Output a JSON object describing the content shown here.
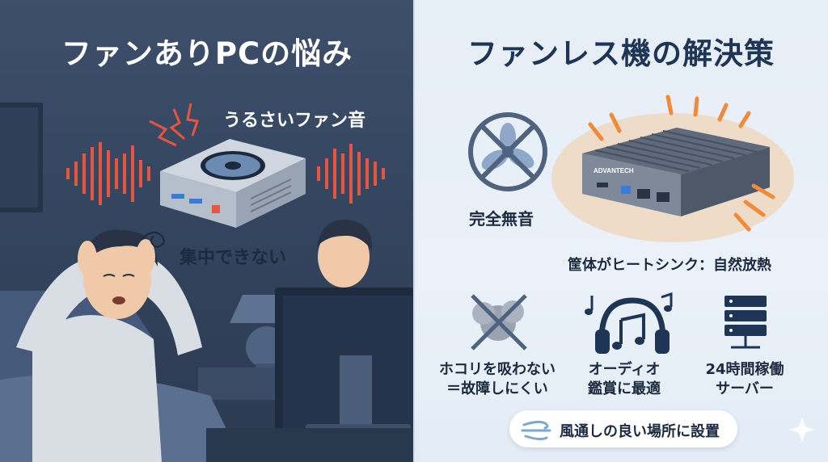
{
  "left_panel": {
    "title": "ファンありPCの悩み",
    "noise_label": "うるさいファン音",
    "focus_label": "集中できない"
  },
  "right_panel": {
    "title": "ファンレス機の解決策",
    "silent_label": "完全無音",
    "device_brand": "ADVANTECH",
    "heatsink_label": "筐体がヒートシンク：自然放熱",
    "dust_label_line1": "ホコリを吸わない",
    "dust_label_line2": "＝故障しにくい",
    "audio_label_line1": "オーディオ",
    "audio_label_line2": "鑑賞に最適",
    "server_label_line1": "24時間稼働",
    "server_label_line2": "サーバー",
    "vent_label": "風通しの良い場所に設置"
  },
  "icons": [
    "lightning-icon",
    "sound-wave-icon",
    "fan-icon",
    "crossed-fan-icon",
    "heat-arrow-icon",
    "crossed-dust-icon",
    "headphones-icon",
    "music-note-icon",
    "server-rack-icon",
    "wind-icon",
    "sparkle-icon"
  ],
  "colors": {
    "left_bg": "#34455f",
    "right_bg": "#e8eff7",
    "noise_red": "#e8553f",
    "heat_orange": "#f28a3a",
    "title_dark": "#1f3556"
  }
}
